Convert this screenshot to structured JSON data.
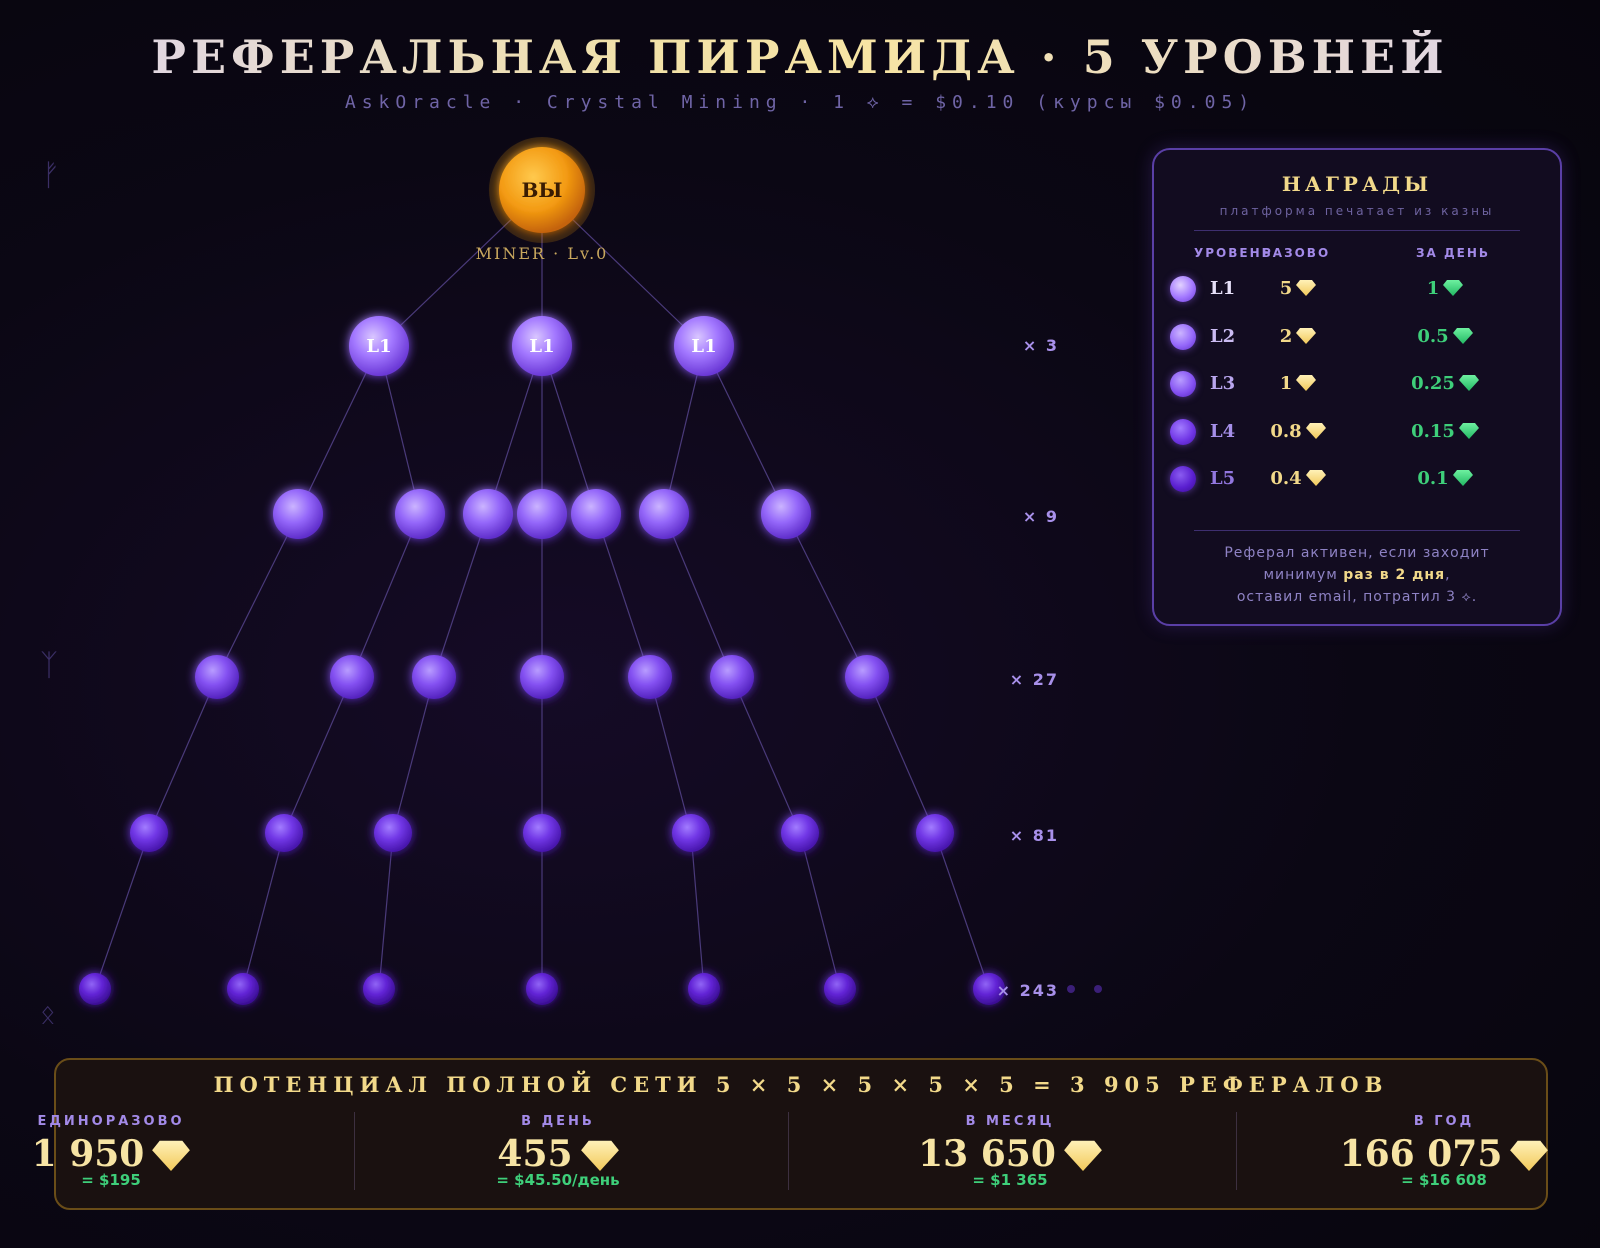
{
  "header": {
    "title": "РЕФЕРАЛЬНАЯ ПИРАМИДА · 5 УРОВНЕЙ",
    "subtitle": "AskOracle · Crystal Mining · 1 ⟡ = $0.10 (курсы $0.05)"
  },
  "tree": {
    "root_label": "ВЫ",
    "root_caption": "MINER · Lv.0",
    "level1_label": "L1",
    "levels": [
      {
        "level": 1,
        "count_label": "× 3"
      },
      {
        "level": 2,
        "count_label": "× 9"
      },
      {
        "level": 3,
        "count_label": "× 27"
      },
      {
        "level": 4,
        "count_label": "× 81"
      },
      {
        "level": 5,
        "count_label": "× 243"
      }
    ]
  },
  "rewards": {
    "title": "НАГРАДЫ",
    "subtitle": "платформа печатает из казны",
    "col_level": "УРОВЕНЬ",
    "col_once": "РАЗОВО",
    "col_daily": "ЗА ДЕНЬ",
    "rows": [
      {
        "level": "L1",
        "once": "5",
        "daily": "1"
      },
      {
        "level": "L2",
        "once": "2",
        "daily": "0.5"
      },
      {
        "level": "L3",
        "once": "1",
        "daily": "0.25"
      },
      {
        "level": "L4",
        "once": "0.8",
        "daily": "0.15"
      },
      {
        "level": "L5",
        "once": "0.4",
        "daily": "0.1"
      }
    ],
    "note_line1": "Реферал активен, если заходит",
    "note_line2_pre": "минимум ",
    "note_line2_bold": "раз в 2 дня",
    "note_line2_post": ",",
    "note_line3": "оставил email, потратил 3 ⟡."
  },
  "potential": {
    "title": "ПОТЕНЦИАЛ ПОЛНОЙ СЕТИ 5 × 5 × 5 × 5 × 5 = 3 905 РЕФЕРАЛОВ",
    "stats": [
      {
        "label": "ЕДИНОРАЗОВО",
        "value": "1 950",
        "usd": "= $195"
      },
      {
        "label": "В ДЕНЬ",
        "value": "455",
        "usd": "= $45.50/день"
      },
      {
        "label": "В МЕСЯЦ",
        "value": "13 650",
        "usd": "= $1 365"
      },
      {
        "label": "В ГОД",
        "value": "166 075",
        "usd": "= $16 608"
      }
    ]
  },
  "colors": {
    "gold": "#f2d98a",
    "green": "#3ecf7a",
    "purple": "#8b5cf6",
    "root_orange": "#f59e0b"
  }
}
